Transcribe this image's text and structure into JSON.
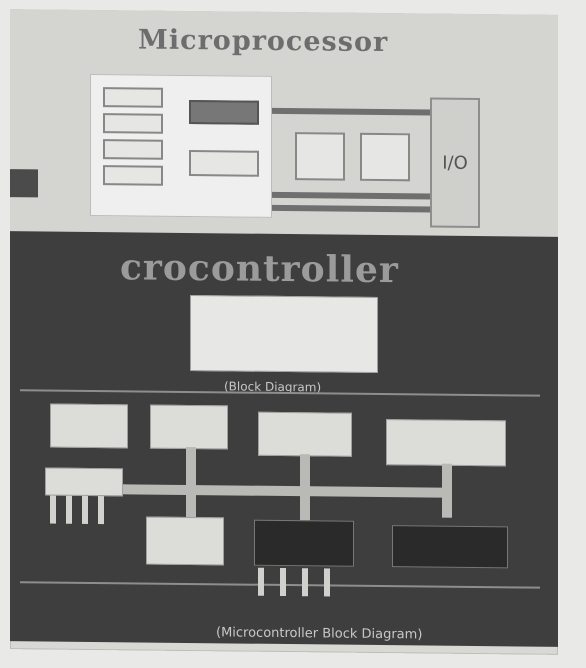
{
  "top": {
    "title": "Microprocessor",
    "io_label": "I/O"
  },
  "bottom": {
    "title": "crocontroller",
    "block_diagram_caption": "(Block Diagram)",
    "footer_caption": "(Microcontroller Block Diagram)"
  }
}
